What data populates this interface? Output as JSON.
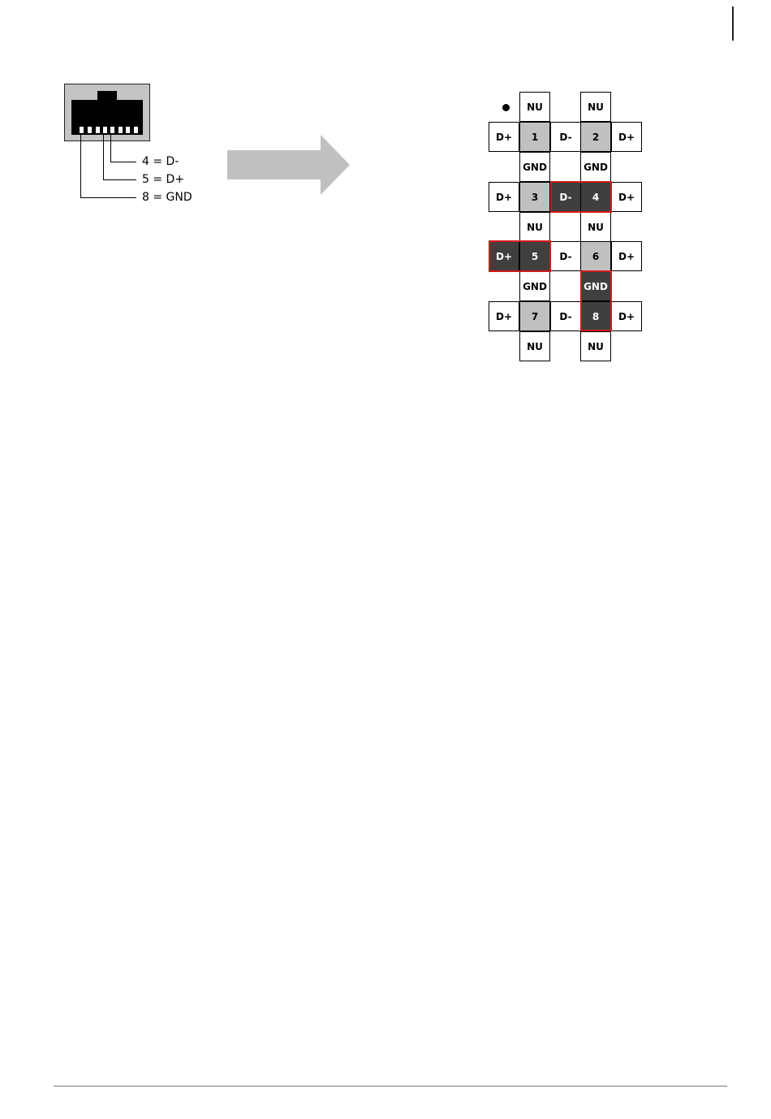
{
  "connector": {
    "legend": [
      {
        "text": "4 = D-"
      },
      {
        "text": "5 = D+"
      },
      {
        "text": "8 = GND"
      }
    ]
  },
  "terminal": {
    "top_left_pair": "NU",
    "top_right_pair": "NU",
    "row1": {
      "left": "D+",
      "pin_a": "1",
      "mid": "D-",
      "pin_b": "2",
      "right": "D+"
    },
    "gap1": {
      "left": "GND",
      "right": "GND"
    },
    "row2": {
      "left": "D+",
      "pin_a": "3",
      "mid": "D-",
      "pin_b": "4",
      "right": "D+"
    },
    "gap2": {
      "left": "NU",
      "right": "NU"
    },
    "row3": {
      "left": "D+",
      "pin_a": "5",
      "mid": "D-",
      "pin_b": "6",
      "right": "D+"
    },
    "gap3": {
      "left": "GND",
      "right": "GND"
    },
    "row4": {
      "left": "D+",
      "pin_a": "7",
      "mid": "D-",
      "pin_b": "8",
      "right": "D+"
    },
    "bottom": {
      "left": "NU",
      "right": "NU"
    }
  },
  "colors": {
    "highlight": "#d21a1a",
    "dark_cell": "#3f3f3f",
    "grey_cell": "#c0c0c0",
    "arrow": "#c0c0c0"
  }
}
